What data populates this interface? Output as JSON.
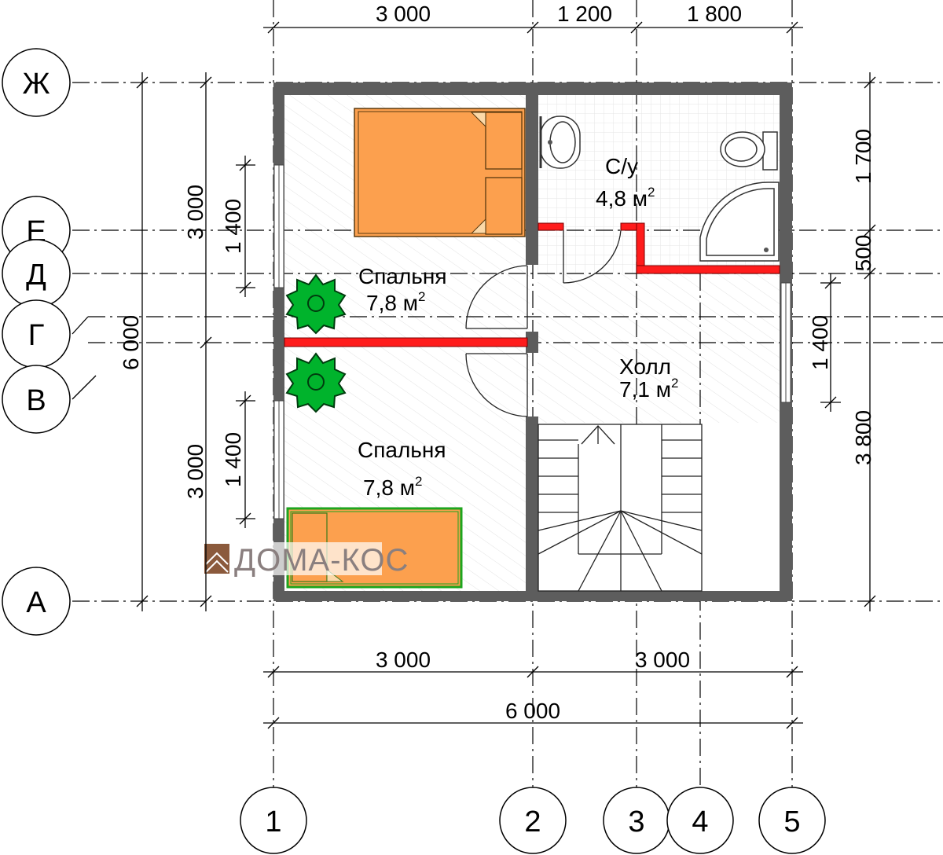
{
  "dimensions": {
    "top": [
      "3 000",
      "1 200",
      "1 800"
    ],
    "bottom": [
      "3 000",
      "3 000"
    ],
    "bottom_total": "6 000",
    "left_outer": "6 000",
    "left_inner": [
      "3 000",
      "3 000"
    ],
    "left_window": [
      "1 400",
      "1 400"
    ],
    "right": [
      "1 700",
      "500",
      "3 800"
    ],
    "right_window": "1 400"
  },
  "axes": {
    "rows": [
      "Ж",
      "Е",
      "Д",
      "Г",
      "В",
      "А"
    ],
    "columns": [
      "1",
      "2",
      "3",
      "4",
      "5"
    ]
  },
  "rooms": [
    {
      "name": "Спальня",
      "area": "7,8 м",
      "sup": "2"
    },
    {
      "name": "С/у",
      "area": "4,8 м",
      "sup": "2"
    },
    {
      "name": "Холл",
      "area": "7,1 м",
      "sup": "2"
    },
    {
      "name": "Спальня",
      "area": "7,8 м",
      "sup": "2"
    }
  ],
  "logo": {
    "text": "ДОМА-КОС"
  },
  "colors": {
    "wall": "#5d5d5d",
    "partition": "#ff1c1c",
    "furniture": "#fca04e",
    "plant": "#00b32c",
    "bed_outline": "#1ea51e"
  },
  "icons": [
    "double-bed-icon",
    "single-bed-icon",
    "sink-icon",
    "toilet-icon",
    "shower-tray-icon",
    "plant-icon",
    "staircase-icon",
    "logo-house-icon"
  ]
}
